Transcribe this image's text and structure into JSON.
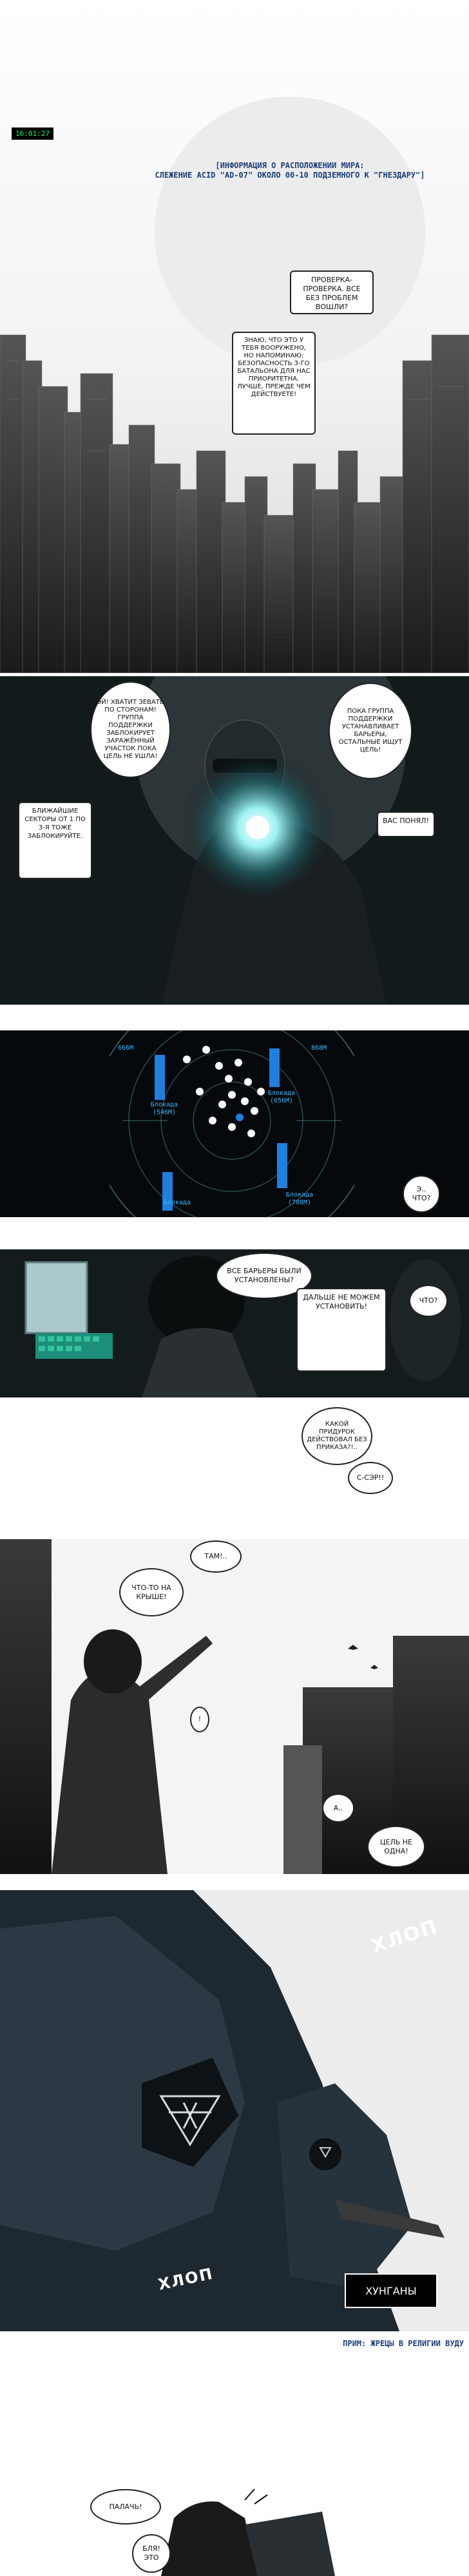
{
  "page1": {
    "tag": "16:01:27",
    "caption_line1": "[Информация о расположении мира:",
    "caption_line2": "Слежение Acid \"Ad-07\" около 00-10 подземного к \"Гнездару\"]",
    "bubble1": "Проверка-проверка. Все без проблем вошли?",
    "bubble2": "Знаю, что это у тебя вооружено, но напоминаю: безопасность 3-го батальона для нас приоритетна. Лучше, прежде чем действуете!"
  },
  "page2": {
    "bubble1": "Эй! Хватит зевать по сторонам! Группа поддержки заблокирует заражённый участок пока цель не ушла!",
    "bubble2": "Пока группа поддержки устанавливает барьеры, остальные ищут цель!",
    "bubble3": "Ближайшие секторы от 1 по 3-я тоже заблокируйте.",
    "bubble4": "Вас понял!"
  },
  "page3": {
    "labels": [
      {
        "text": "Блокада\n(546M)"
      },
      {
        "text": "Блокада\n(656M)"
      },
      {
        "text": "Блокада"
      },
      {
        "text": "Блокада\n(788M)"
      }
    ],
    "small_labels": [
      "666M",
      "868M"
    ],
    "bubble1": "Э.. Что?"
  },
  "page4": {
    "bubble1": "Все барьеры были установлены?",
    "bubble2": "Что?",
    "bubble3": "Дальше не можем установить!",
    "bubble4": "Какой придурок действовал без приказа?!..",
    "bubble5": "С-сэр!!"
  },
  "page5": {
    "bubble1": "Там!..",
    "bubble2": "Что-то на крыше!",
    "bubble3": "!",
    "bubble4": "А..",
    "bubble5": "Цель не одна!"
  },
  "page6": {
    "sfx1": "ХЛОП",
    "sfx2": "ХЛОП",
    "name_box": "Хунганы",
    "note": "Прим: Жрецы в религии вуду"
  },
  "page7": {
    "bubble1": "Палачь!",
    "bubble2": "Бля! Это"
  },
  "colors": {
    "accent_blue": "#1d7fe0",
    "radar_cyan": "#38b6ff",
    "tag_green": "#00ff66",
    "caption_blue": "#1c3e7a"
  }
}
